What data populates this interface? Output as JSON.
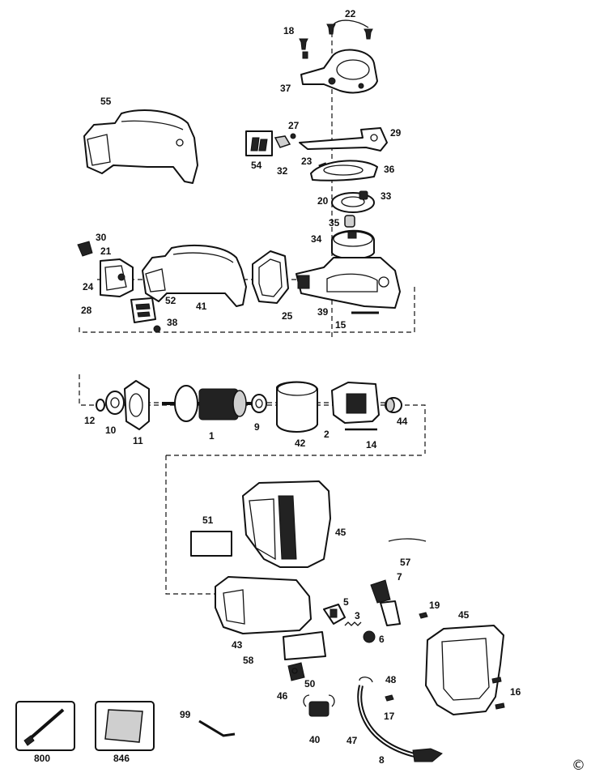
{
  "labels": {
    "p1": "1",
    "p2": "2",
    "p3": "3",
    "p5": "5",
    "p6": "6",
    "p7": "7",
    "p8": "8",
    "p9": "9",
    "p10": "10",
    "p11": "11",
    "p12": "12",
    "p14": "14",
    "p15": "15",
    "p16": "16",
    "p17": "17",
    "p18": "18",
    "p19": "19",
    "p20": "20",
    "p21": "21",
    "p22": "22",
    "p23": "23",
    "p24": "24",
    "p25": "25",
    "p27": "27",
    "p28": "28",
    "p29": "29",
    "p30": "30",
    "p32": "32",
    "p33": "33",
    "p34": "34",
    "p35": "35",
    "p36": "36",
    "p37": "37",
    "p38": "38",
    "p39": "39",
    "p40": "40",
    "p41": "41",
    "p42": "42",
    "p43": "43",
    "p44": "44",
    "p45a": "45",
    "p45b": "45",
    "p46": "46",
    "p47": "47",
    "p48": "48",
    "p50": "50",
    "p51": "51",
    "p52": "52",
    "p54": "54",
    "p55": "55",
    "p57": "57",
    "p58": "58",
    "p99": "99",
    "p800": "800",
    "p846": "846"
  },
  "copyright": "©"
}
